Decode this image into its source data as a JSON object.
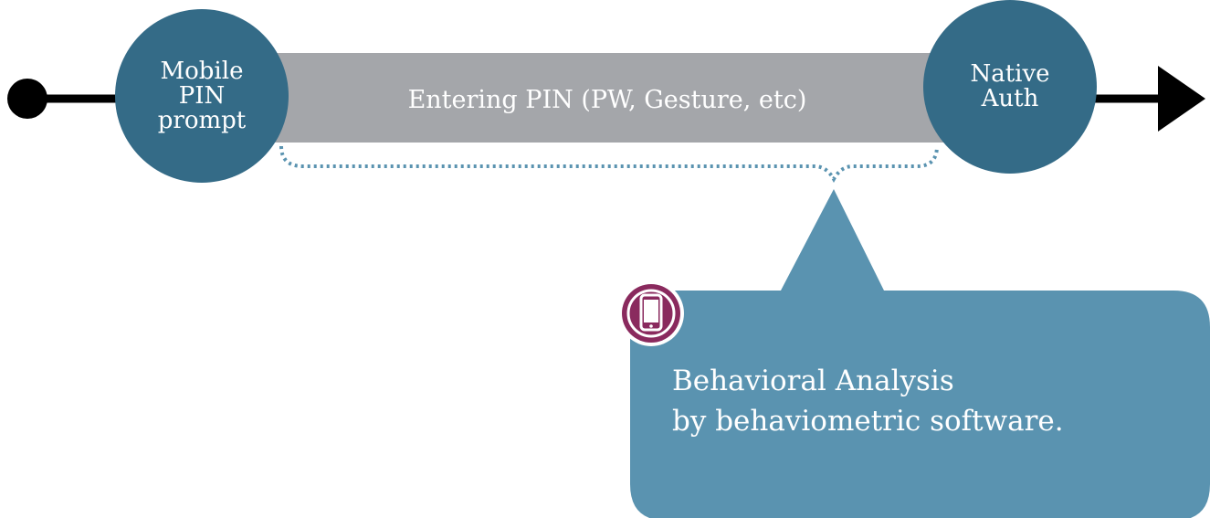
{
  "colors": {
    "circle": "#346b87",
    "bar": "#a4a6aa",
    "callout": "#5a93b0",
    "dotted_bracket": "#5a93b0",
    "flow_line": "#000000",
    "phone_badge": "#8a2a5e"
  },
  "flow": {
    "start_node": {
      "label": "Mobile\nPIN\nprompt"
    },
    "step": {
      "label": "Entering PIN (PW, Gesture, etc)"
    },
    "end_node": {
      "label": "Native\nAuth"
    }
  },
  "callout": {
    "icon": "mobile-phone-icon",
    "line1": "Behavioral Analysis",
    "line2": "by behaviometric software."
  }
}
